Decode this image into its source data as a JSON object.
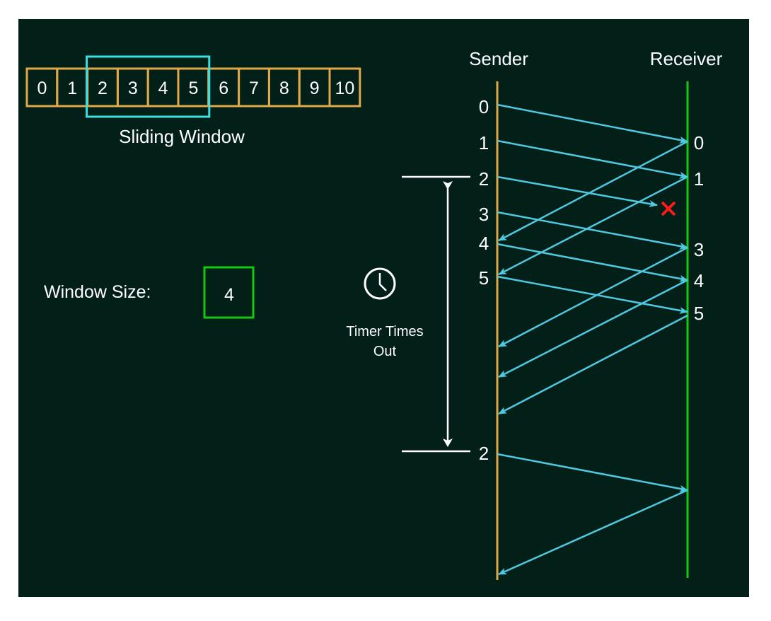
{
  "colors": {
    "background": "#021f18",
    "cell_border": "#e0a84a",
    "window_border": "#3be0e0",
    "arrow": "#4fc8e0",
    "receiver_line": "#14c814",
    "sender_line": "#e0a84a",
    "window_size_border": "#14c814",
    "lost_marker": "#ff1a1a",
    "text": "#ffffff"
  },
  "sequence": {
    "cells": [
      "0",
      "1",
      "2",
      "3",
      "4",
      "5",
      "6",
      "7",
      "8",
      "9",
      "10"
    ],
    "window_start_index": 2,
    "window_end_index": 5,
    "window_label": "Sliding Window"
  },
  "window_size": {
    "label": "Window Size:",
    "value": "4"
  },
  "timer": {
    "icon": "clock-icon",
    "label_line1": "Timer Times",
    "label_line2": "Out"
  },
  "sender": {
    "label": "Sender"
  },
  "receiver": {
    "label": "Receiver"
  },
  "sender_frames": [
    {
      "label": "0",
      "slot": 0
    },
    {
      "label": "1",
      "slot": 1
    },
    {
      "label": "2",
      "slot": 2
    },
    {
      "label": "3",
      "slot": 3
    },
    {
      "label": "4",
      "slot": 4
    },
    {
      "label": "5",
      "slot": 5
    },
    {
      "label": "2",
      "slot": 6
    }
  ],
  "receiver_frames": [
    {
      "label": "0",
      "slot": 0
    },
    {
      "label": "1",
      "slot": 1
    },
    {
      "label": "3",
      "slot": 3
    },
    {
      "label": "4",
      "slot": 4
    },
    {
      "label": "5",
      "slot": 5
    }
  ],
  "transmissions": [
    {
      "frame": "0",
      "status": "delivered"
    },
    {
      "frame": "1",
      "status": "delivered"
    },
    {
      "frame": "2",
      "status": "lost"
    },
    {
      "frame": "3",
      "status": "delivered"
    },
    {
      "frame": "4",
      "status": "delivered"
    },
    {
      "frame": "5",
      "status": "delivered"
    },
    {
      "frame": "2",
      "status": "retransmitted"
    }
  ],
  "acknowledgements_count": 6
}
